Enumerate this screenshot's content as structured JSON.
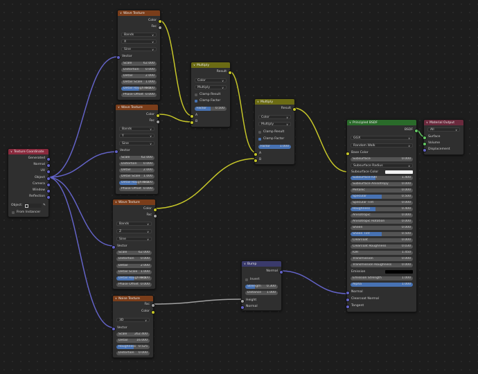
{
  "colors": {
    "texture_header": "#7a3d1a",
    "converter_header": "#6b6b14",
    "input_header": "#8a2a3d",
    "vector_header": "#3a3a6b",
    "shader_header": "#2a6b2a",
    "output_header": "#6b2a3d",
    "wire_color": "#c7c729",
    "wire_vector": "#6363c7",
    "wire_float": "#a1a1a1",
    "wire_green": "#63c763"
  },
  "texcoord": {
    "title": "Texture Coordinate",
    "outputs": [
      "Generated",
      "Normal",
      "UV",
      "Object",
      "Camera",
      "Window",
      "Reflection"
    ],
    "object_label": "Object:",
    "from_instancer": "From Instancer"
  },
  "wave1": {
    "title": "Wave Texture",
    "out_color": "Color",
    "out_fac": "Fac",
    "type": "Bands",
    "axis": "X",
    "profile": "Sine",
    "vector": "Vector",
    "params": [
      {
        "label": "Scale",
        "value": "62.000"
      },
      {
        "label": "Distortion",
        "value": "0.000"
      },
      {
        "label": "Detail",
        "value": "2.000"
      },
      {
        "label": "Detail Scale",
        "value": "1.000"
      },
      {
        "label": "Detail Roughness",
        "value": "0.500"
      },
      {
        "label": "Phase Offset",
        "value": "0.000"
      }
    ]
  },
  "wave2": {
    "title": "Wave Texture",
    "out_color": "Color",
    "out_fac": "Fac",
    "type": "Bands",
    "axis": "Y",
    "profile": "Sine",
    "vector": "Vector",
    "params": [
      {
        "label": "Scale",
        "value": "62.000"
      },
      {
        "label": "Distortion",
        "value": "0.000"
      },
      {
        "label": "Detail",
        "value": "2.000"
      },
      {
        "label": "Detail Scale",
        "value": "1.000"
      },
      {
        "label": "Detail Roughness",
        "value": "0.500"
      },
      {
        "label": "Phase Offset",
        "value": "0.000"
      }
    ]
  },
  "wave3": {
    "title": "Wave Texture",
    "out_color": "Color",
    "out_fac": "Fac",
    "type": "Bands",
    "axis": "Z",
    "profile": "Sine",
    "vector": "Vector",
    "params": [
      {
        "label": "Scale",
        "value": "62.000"
      },
      {
        "label": "Distortion",
        "value": "0.000"
      },
      {
        "label": "Detail",
        "value": "2.000"
      },
      {
        "label": "Detail Scale",
        "value": "1.000"
      },
      {
        "label": "Detail Roughness",
        "value": "0.500"
      },
      {
        "label": "Phase Offset",
        "value": "0.000"
      }
    ]
  },
  "noise": {
    "title": "Noise Texture",
    "out_fac": "Fac",
    "out_color": "Color",
    "dims": "3D",
    "vector": "Vector",
    "params": [
      {
        "label": "Scale",
        "value": "262.400"
      },
      {
        "label": "Detail",
        "value": "16.000"
      },
      {
        "label": "Roughness",
        "value": "0.525"
      },
      {
        "label": "Distortion",
        "value": "0.000"
      }
    ]
  },
  "multiply1": {
    "title": "Multiply",
    "out": "Result",
    "data_type": "Color",
    "op": "Multiply",
    "clamp_result": "Clamp Result",
    "clamp_factor": "Clamp Factor",
    "factor_label": "Factor",
    "factor_value": "0.500",
    "a": "A",
    "b": "B"
  },
  "multiply2": {
    "title": "Multiply",
    "out": "Result",
    "data_type": "Color",
    "op": "Multiply",
    "clamp_result": "Clamp Result",
    "clamp_factor": "Clamp Factor",
    "factor_label": "Factor",
    "factor_value": "1.000",
    "a": "A",
    "b": "B"
  },
  "bump": {
    "title": "Bump",
    "out": "Normal",
    "invert": "Invert",
    "params": [
      {
        "label": "Strength",
        "value": "0.300"
      },
      {
        "label": "Distance",
        "value": "1.000"
      }
    ],
    "height": "Height",
    "normal": "Normal"
  },
  "bsdf": {
    "title": "Principled BSDF",
    "out": "BSDF",
    "dist": "GGX",
    "sss": "Random Walk",
    "base_color": "Base Color",
    "rows": [
      {
        "label": "Subsurface",
        "value": "0.000"
      },
      {
        "label": "Subsurface Radius",
        "value": ""
      },
      {
        "label": "Subsurface Color",
        "value": ""
      },
      {
        "label": "Subsurface IOR",
        "value": "1.400"
      },
      {
        "label": "Subsurface Anisotropy",
        "value": "0.000"
      },
      {
        "label": "Metallic",
        "value": "0.000"
      },
      {
        "label": "Specular",
        "value": "0.500"
      },
      {
        "label": "Specular Tint",
        "value": "0.000"
      },
      {
        "label": "Roughness",
        "value": "0.400"
      },
      {
        "label": "Anisotropic",
        "value": "0.000"
      },
      {
        "label": "Anisotropic Rotation",
        "value": "0.000"
      },
      {
        "label": "Sheen",
        "value": "0.000"
      },
      {
        "label": "Sheen Tint",
        "value": "0.500"
      },
      {
        "label": "Clearcoat",
        "value": "0.000"
      },
      {
        "label": "Clearcoat Roughness",
        "value": "0.030"
      },
      {
        "label": "IOR",
        "value": "1.450"
      },
      {
        "label": "Transmission",
        "value": "0.000"
      },
      {
        "label": "Transmission Roughness",
        "value": "0.000"
      },
      {
        "label": "Emission",
        "value": ""
      },
      {
        "label": "Emission Strength",
        "value": "1.000"
      },
      {
        "label": "Alpha",
        "value": "1.000"
      }
    ],
    "normal": "Normal",
    "clearcoat_normal": "Clearcoat Normal",
    "tangent": "Tangent"
  },
  "output": {
    "title": "Material Output",
    "target": "All",
    "inputs": [
      "Surface",
      "Volume",
      "Displacement"
    ]
  }
}
